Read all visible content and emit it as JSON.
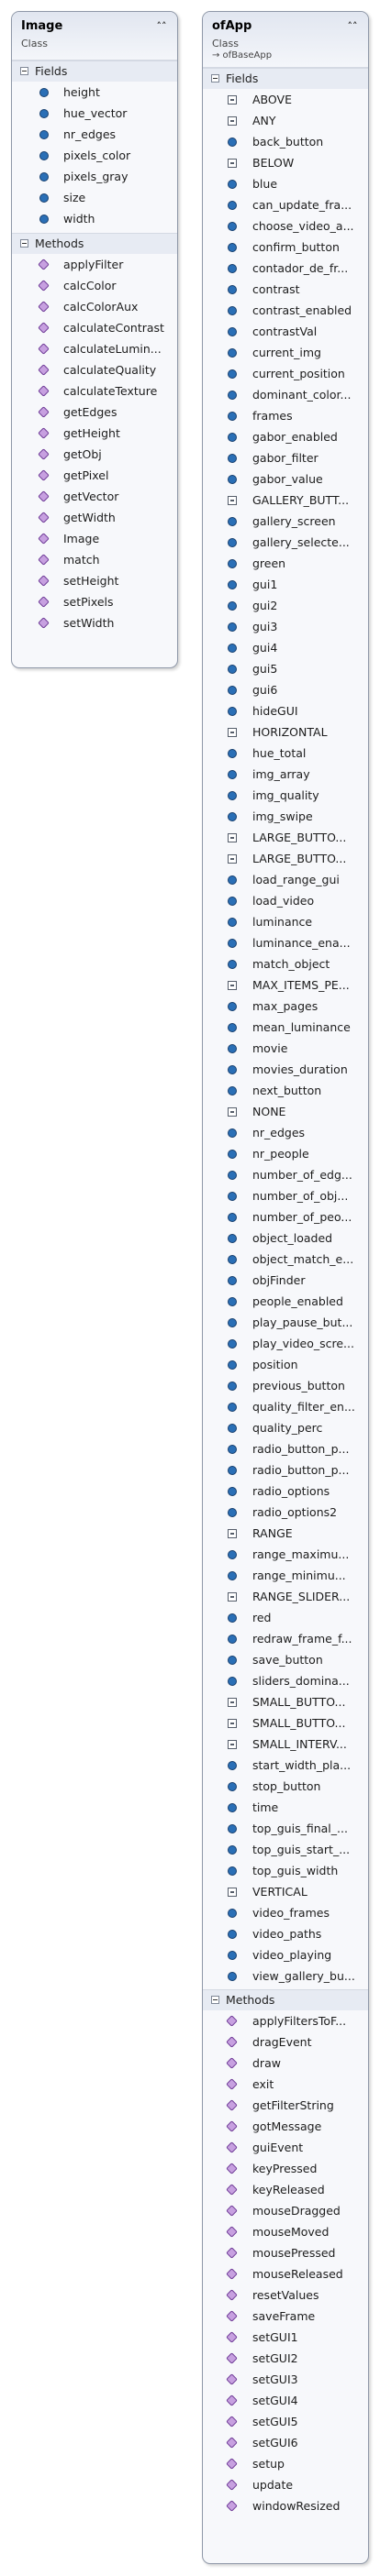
{
  "image_class": {
    "title": "Image",
    "stereotype": "Class",
    "collapse_icon": "double-chevron-up",
    "fields_label": "Fields",
    "methods_label": "Methods",
    "fields": [
      "height",
      "hue_vector",
      "nr_edges",
      "pixels_color",
      "pixels_gray",
      "size",
      "width"
    ],
    "methods": [
      "applyFilter",
      "calcColor",
      "calcColorAux",
      "calculateContrast",
      "calculateLumin...",
      "calculateQuality",
      "calculateTexture",
      "getEdges",
      "getHeight",
      "getObj",
      "getPixel",
      "getVector",
      "getWidth",
      "Image",
      "match",
      "setHeight",
      "setPixels",
      "setWidth"
    ]
  },
  "ofapp_class": {
    "title": "ofApp",
    "stereotype": "Class",
    "base_class": "→ ofBaseApp",
    "collapse_icon": "double-chevron-up",
    "fields_label": "Fields",
    "methods_label": "Methods",
    "fields": [
      {
        "name": "ABOVE",
        "kind": "const"
      },
      {
        "name": "ANY",
        "kind": "const"
      },
      {
        "name": "back_button",
        "kind": "field"
      },
      {
        "name": "BELOW",
        "kind": "const"
      },
      {
        "name": "blue",
        "kind": "field"
      },
      {
        "name": "can_update_fra...",
        "kind": "field"
      },
      {
        "name": "choose_video_a...",
        "kind": "field"
      },
      {
        "name": "confirm_button",
        "kind": "field"
      },
      {
        "name": "contador_de_fr...",
        "kind": "field"
      },
      {
        "name": "contrast",
        "kind": "field"
      },
      {
        "name": "contrast_enabled",
        "kind": "field"
      },
      {
        "name": "contrastVal",
        "kind": "field"
      },
      {
        "name": "current_img",
        "kind": "field"
      },
      {
        "name": "current_position",
        "kind": "field"
      },
      {
        "name": "dominant_color...",
        "kind": "field"
      },
      {
        "name": "frames",
        "kind": "field"
      },
      {
        "name": "gabor_enabled",
        "kind": "field"
      },
      {
        "name": "gabor_filter",
        "kind": "field"
      },
      {
        "name": "gabor_value",
        "kind": "field"
      },
      {
        "name": "GALLERY_BUTT...",
        "kind": "const"
      },
      {
        "name": "gallery_screen",
        "kind": "field"
      },
      {
        "name": "gallery_selecte...",
        "kind": "field"
      },
      {
        "name": "green",
        "kind": "field"
      },
      {
        "name": "gui1",
        "kind": "field"
      },
      {
        "name": "gui2",
        "kind": "field"
      },
      {
        "name": "gui3",
        "kind": "field"
      },
      {
        "name": "gui4",
        "kind": "field"
      },
      {
        "name": "gui5",
        "kind": "field"
      },
      {
        "name": "gui6",
        "kind": "field"
      },
      {
        "name": "hideGUI",
        "kind": "field"
      },
      {
        "name": "HORIZONTAL",
        "kind": "const"
      },
      {
        "name": "hue_total",
        "kind": "field"
      },
      {
        "name": "img_array",
        "kind": "field"
      },
      {
        "name": "img_quality",
        "kind": "field"
      },
      {
        "name": "img_swipe",
        "kind": "field"
      },
      {
        "name": "LARGE_BUTTO...",
        "kind": "const"
      },
      {
        "name": "LARGE_BUTTO...",
        "kind": "const"
      },
      {
        "name": "load_range_gui",
        "kind": "field"
      },
      {
        "name": "load_video",
        "kind": "field"
      },
      {
        "name": "luminance",
        "kind": "field"
      },
      {
        "name": "luminance_ena...",
        "kind": "field"
      },
      {
        "name": "match_object",
        "kind": "field"
      },
      {
        "name": "MAX_ITEMS_PE...",
        "kind": "const"
      },
      {
        "name": "max_pages",
        "kind": "field"
      },
      {
        "name": "mean_luminance",
        "kind": "field"
      },
      {
        "name": "movie",
        "kind": "field"
      },
      {
        "name": "movies_duration",
        "kind": "field"
      },
      {
        "name": "next_button",
        "kind": "field"
      },
      {
        "name": "NONE",
        "kind": "const"
      },
      {
        "name": "nr_edges",
        "kind": "field"
      },
      {
        "name": "nr_people",
        "kind": "field"
      },
      {
        "name": "number_of_edg...",
        "kind": "field"
      },
      {
        "name": "number_of_obj...",
        "kind": "field"
      },
      {
        "name": "number_of_peo...",
        "kind": "field"
      },
      {
        "name": "object_loaded",
        "kind": "field"
      },
      {
        "name": "object_match_e...",
        "kind": "field"
      },
      {
        "name": "objFinder",
        "kind": "field"
      },
      {
        "name": "people_enabled",
        "kind": "field"
      },
      {
        "name": "play_pause_but...",
        "kind": "field"
      },
      {
        "name": "play_video_scre...",
        "kind": "field"
      },
      {
        "name": "position",
        "kind": "field"
      },
      {
        "name": "previous_button",
        "kind": "field"
      },
      {
        "name": "quality_filter_en...",
        "kind": "field"
      },
      {
        "name": "quality_perc",
        "kind": "field"
      },
      {
        "name": "radio_button_p...",
        "kind": "field"
      },
      {
        "name": "radio_button_p...",
        "kind": "field"
      },
      {
        "name": "radio_options",
        "kind": "field"
      },
      {
        "name": "radio_options2",
        "kind": "field"
      },
      {
        "name": "RANGE",
        "kind": "const"
      },
      {
        "name": "range_maximu...",
        "kind": "field"
      },
      {
        "name": "range_minimu...",
        "kind": "field"
      },
      {
        "name": "RANGE_SLIDER...",
        "kind": "const"
      },
      {
        "name": "red",
        "kind": "field"
      },
      {
        "name": "redraw_frame_f...",
        "kind": "field"
      },
      {
        "name": "save_button",
        "kind": "field"
      },
      {
        "name": "sliders_domina...",
        "kind": "field"
      },
      {
        "name": "SMALL_BUTTO...",
        "kind": "const"
      },
      {
        "name": "SMALL_BUTTO...",
        "kind": "const"
      },
      {
        "name": "SMALL_INTERV...",
        "kind": "const"
      },
      {
        "name": "start_width_pla...",
        "kind": "field"
      },
      {
        "name": "stop_button",
        "kind": "field"
      },
      {
        "name": "time",
        "kind": "field"
      },
      {
        "name": "top_guis_final_...",
        "kind": "field"
      },
      {
        "name": "top_guis_start_...",
        "kind": "field"
      },
      {
        "name": "top_guis_width",
        "kind": "field"
      },
      {
        "name": "VERTICAL",
        "kind": "const"
      },
      {
        "name": "video_frames",
        "kind": "field"
      },
      {
        "name": "video_paths",
        "kind": "field"
      },
      {
        "name": "video_playing",
        "kind": "field"
      },
      {
        "name": "view_gallery_bu...",
        "kind": "field"
      }
    ],
    "methods": [
      "applyFiltersToF...",
      "dragEvent",
      "draw",
      "exit",
      "getFilterString",
      "gotMessage",
      "guiEvent",
      "keyPressed",
      "keyReleased",
      "mouseDragged",
      "mouseMoved",
      "mousePressed",
      "mouseReleased",
      "resetValues",
      "saveFrame",
      "setGUI1",
      "setGUI2",
      "setGUI3",
      "setGUI4",
      "setGUI5",
      "setGUI6",
      "setup",
      "update",
      "windowResized"
    ]
  }
}
